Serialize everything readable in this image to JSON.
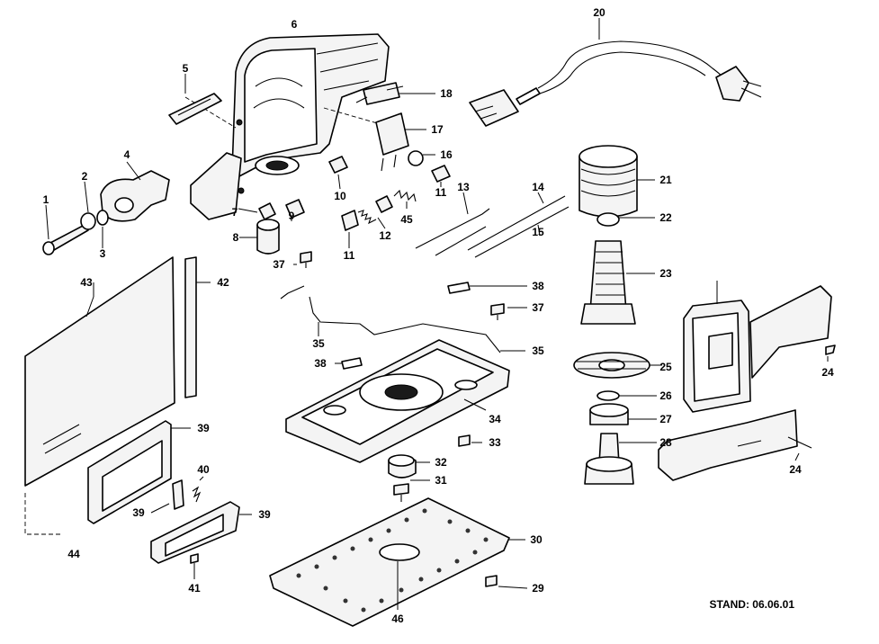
{
  "diagram": {
    "callouts": [
      "1",
      "2",
      "3",
      "4",
      "5",
      "6",
      "7",
      "8",
      "9",
      "10",
      "11",
      "12",
      "13",
      "14",
      "15",
      "16",
      "17",
      "18",
      "20",
      "21",
      "22",
      "23",
      "24",
      "25",
      "26",
      "27",
      "28",
      "29",
      "30",
      "31",
      "32",
      "33",
      "34",
      "35",
      "37",
      "38",
      "39",
      "40",
      "41",
      "42",
      "43",
      "44",
      "45",
      "46"
    ],
    "stamp": "STAND: 06.06.01"
  }
}
